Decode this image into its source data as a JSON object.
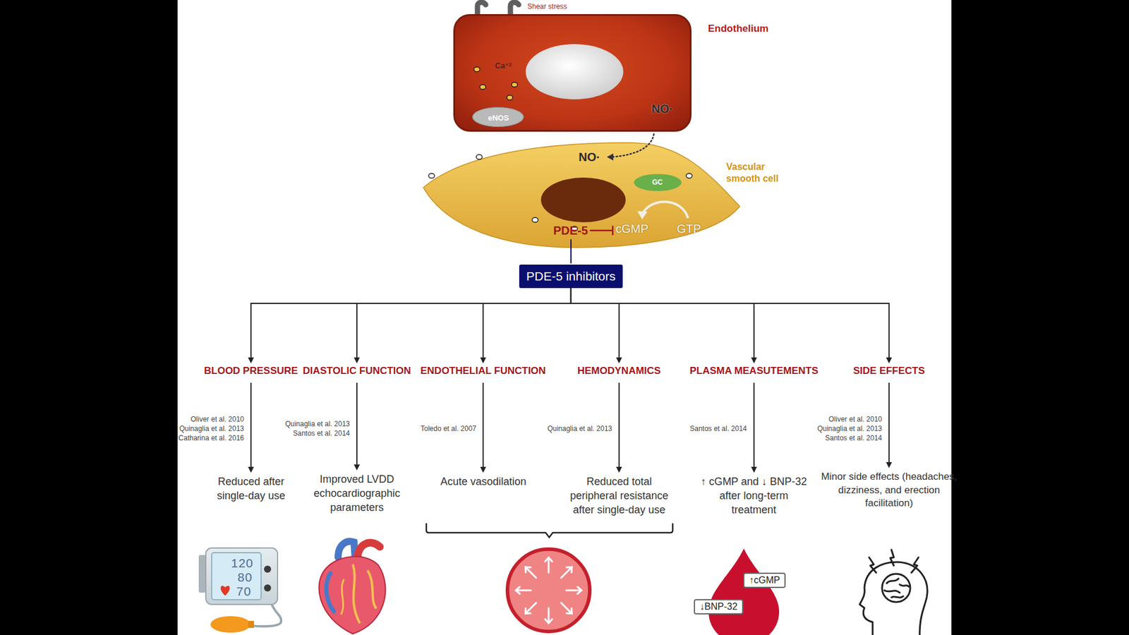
{
  "diagram": {
    "nodes": [
      {
        "text": [
          "Endothelium",
          "Ca⁺²",
          "NO·"
        ]
      },
      {
        "text": [
          "eNOS"
        ],
        "in": 0
      },
      {
        "text": [
          "Vascular smooth cell",
          "NO·",
          "PDE-5",
          "cGMP",
          "GTP"
        ]
      },
      {
        "text": [
          "GC"
        ],
        "in": 2
      },
      {
        "text": [
          "PDE-5 inhibitors"
        ]
      },
      {
        "text": [
          "BLOOD PRESSURE"
        ]
      },
      {
        "text": [
          "DIASTOLIC FUNCTION"
        ]
      },
      {
        "text": [
          "ENDOTHELIAL FUNCTION"
        ]
      },
      {
        "text": [
          "HEMODYNAMICS"
        ]
      },
      {
        "text": [
          "PLASMA MEASUTEMENTS"
        ]
      },
      {
        "text": [
          "SIDE EFFECTS"
        ]
      },
      {
        "text": [
          "Reduced after single-day use"
        ]
      },
      {
        "text": [
          "Improved LVDD echocardiographic parameters"
        ]
      },
      {
        "text": [
          "Acute vasodilation"
        ]
      },
      {
        "text": [
          "Reduced total peripheral resistance after single-day use"
        ]
      },
      {
        "text": [
          "↑ cGMP and ↓ BNP-32 after long-term treatment"
        ]
      },
      {
        "text": [
          "Minor side effects (headaches, dizziness, and erection facilitation)"
        ]
      },
      {
        "text": [
          "↑cGMP"
        ]
      },
      {
        "text": [
          "↓BNP-32"
        ]
      }
    ],
    "edges": [
      {
        "from": 4,
        "to": 5,
        "arrow": "to"
      },
      {
        "from": 4,
        "to": 6,
        "arrow": "to"
      },
      {
        "from": 4,
        "to": 7,
        "arrow": "to"
      },
      {
        "from": 4,
        "to": 8,
        "arrow": "to"
      },
      {
        "from": 4,
        "to": 9,
        "arrow": "to"
      },
      {
        "from": 4,
        "to": 10,
        "arrow": "to"
      },
      {
        "from": 5,
        "to": 11,
        "label": "Oliver et al. 2010 Quinaglia et al. 2013 Catharina et al. 2016",
        "arrow": "to"
      },
      {
        "from": 6,
        "to": 12,
        "label": "Quinaglia et al. 2013 Santos et al. 2014",
        "arrow": "to"
      },
      {
        "from": 7,
        "to": 13,
        "label": "Toledo et al. 2007",
        "arrow": "to"
      },
      {
        "from": 8,
        "to": 14,
        "label": "Quinaglia et al. 2013",
        "arrow": "to"
      },
      {
        "from": 9,
        "to": 15,
        "label": "Santos et al. 2014",
        "arrow": "to"
      },
      {
        "from": 10,
        "to": 16,
        "label": "Oliver et al. 2010 Quinaglia et al. 2013 Santos et al. 2014",
        "arrow": "to"
      }
    ],
    "labels": [
      "Shear stress",
      "120",
      "80",
      "70"
    ]
  }
}
